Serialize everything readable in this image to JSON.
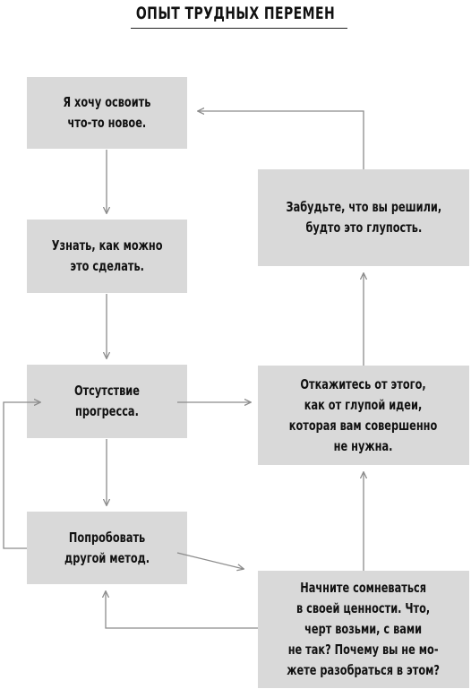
{
  "title": "ОПЫТ ТРУДНЫХ ПЕРЕМЕН",
  "boxes": {
    "learn": "Я хочу освоить\nчто-то новое.",
    "find_out": "Узнать, как можно\nэто сделать.",
    "no_progress": "Отсутствие\nпрогресса.",
    "try_other": "Попробовать\nдругой метод.",
    "forget": "Забудьте, что вы решили,\nбудто это глупость.",
    "give_up": "Откажитесь от этого,\nкак от глупой идеи,\nкоторая вам совершенно\nне нужна.",
    "doubt": "Начните сомневаться\nв своей ценности. Что,\nчерт возьми, с вами\nне так? Почему вы не мо-\nжете разобраться в этом?"
  },
  "colors": {
    "box_fill": "#d9d9d9",
    "arrow": "#8c8c8c",
    "text": "#111111"
  }
}
